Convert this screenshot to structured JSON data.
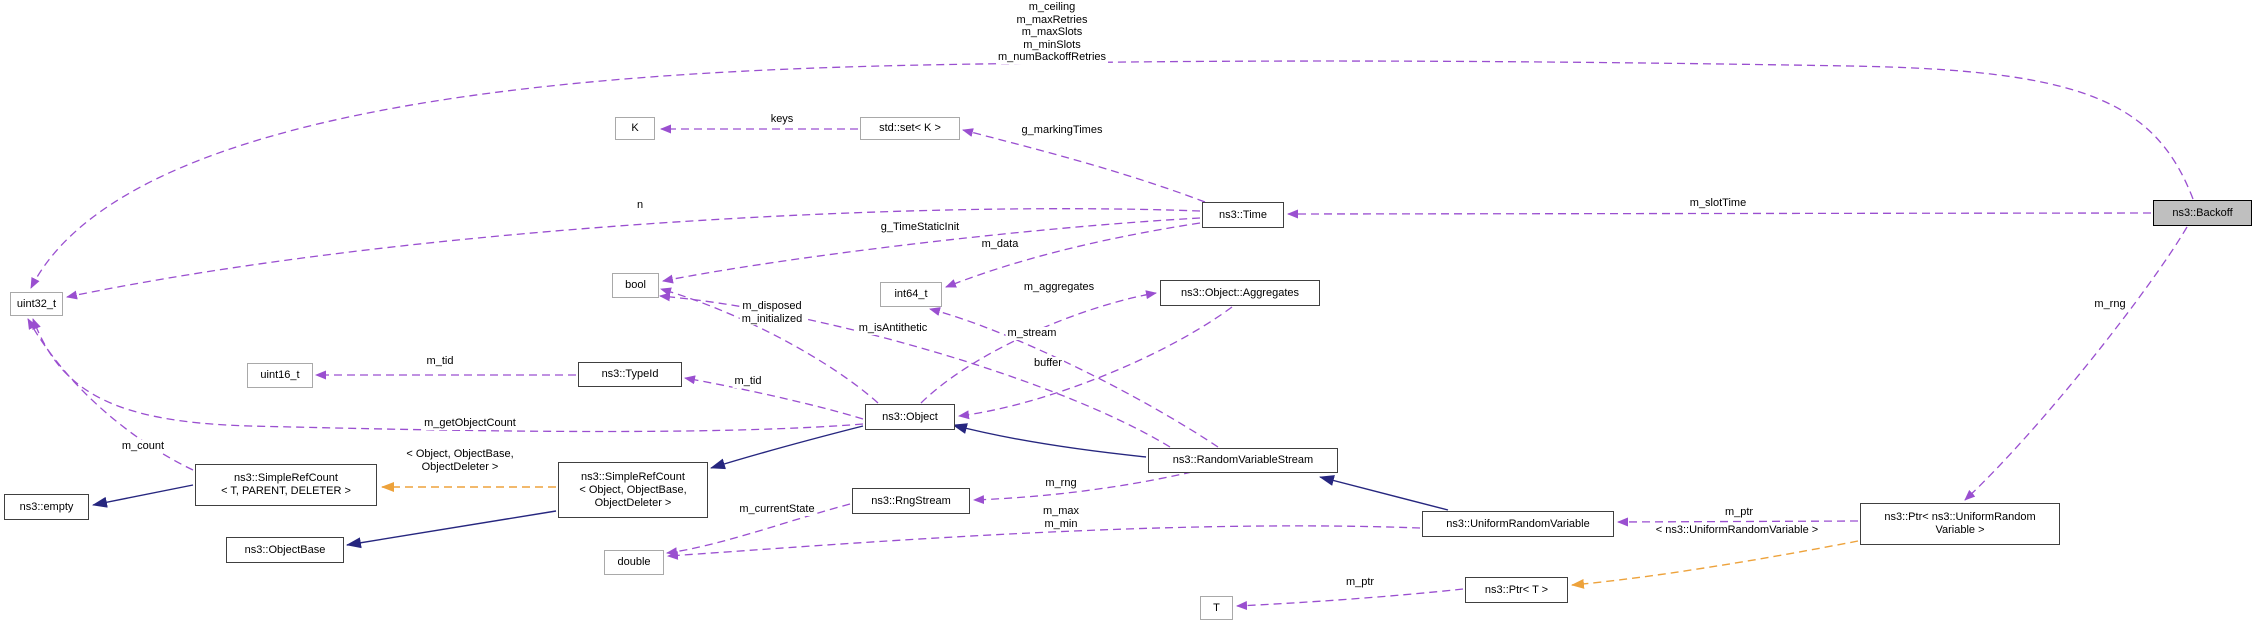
{
  "diagram_title": "ns3::Backoff collaboration diagram",
  "colors": {
    "member_edge_purple": "#9a4fd0",
    "inheritance_edge_navy": "#26267f",
    "template_edge_orange": "#eda23b",
    "highlight_node_fill": "#bfbfbf"
  },
  "nodes": {
    "k": {
      "label": "K"
    },
    "set_k": {
      "label": "std::set< K >"
    },
    "time": {
      "label": "ns3::Time"
    },
    "backoff": {
      "label": "ns3::Backoff"
    },
    "uint32": {
      "label": "uint32_t"
    },
    "bool": {
      "label": "bool"
    },
    "int64": {
      "label": "int64_t"
    },
    "aggregates": {
      "label": "ns3::Object::Aggregates"
    },
    "uint16": {
      "label": "uint16_t"
    },
    "typeid": {
      "label": "ns3::TypeId"
    },
    "object": {
      "label": "ns3::Object"
    },
    "empty": {
      "label": "ns3::empty"
    },
    "src_t": {
      "label": "ns3::SimpleRefCount\n< T, PARENT, DELETER >"
    },
    "src_obj": {
      "label": "ns3::SimpleRefCount\n< Object, ObjectBase,\nObjectDeleter >"
    },
    "objectbase": {
      "label": "ns3::ObjectBase"
    },
    "rngstream": {
      "label": "ns3::RngStream"
    },
    "double": {
      "label": "double"
    },
    "rvs": {
      "label": "ns3::RandomVariableStream"
    },
    "urv": {
      "label": "ns3::UniformRandomVariable"
    },
    "ptr_urv": {
      "label": "ns3::Ptr< ns3::UniformRandom\nVariable >"
    },
    "ptr_t": {
      "label": "ns3::Ptr< T >"
    },
    "t": {
      "label": "T"
    }
  },
  "edge_labels": {
    "backoff_uint32": "m_ceiling\nm_maxRetries\nm_maxSlots\nm_minSlots\nm_numBackoffRetries",
    "keys": "keys",
    "g_markingTimes": "g_markingTimes",
    "m_slotTime": "m_slotTime",
    "n": "n",
    "m_rng_right": "m_rng",
    "g_TimeStaticInit": "g_TimeStaticInit",
    "m_data": "m_data",
    "m_aggregates": "m_aggregates",
    "m_isAntithetic": "m_isAntithetic",
    "m_disposed_init": "m_disposed\nm_initialized",
    "m_stream": "m_stream",
    "buffer": "buffer",
    "m_tid_1": "m_tid",
    "m_tid_2": "m_tid",
    "m_getObjectCount": "m_getObjectCount",
    "m_count": "m_count",
    "tmpl_src": "< Object, ObjectBase,\nObjectDeleter >",
    "m_currentState": "m_currentState",
    "m_rng_mid": "m_rng",
    "m_max_min": "m_max\nm_min",
    "m_ptr_t": "m_ptr",
    "m_ptr_urv": "m_ptr",
    "tmpl_ptr": "< ns3::UniformRandomVariable >"
  }
}
